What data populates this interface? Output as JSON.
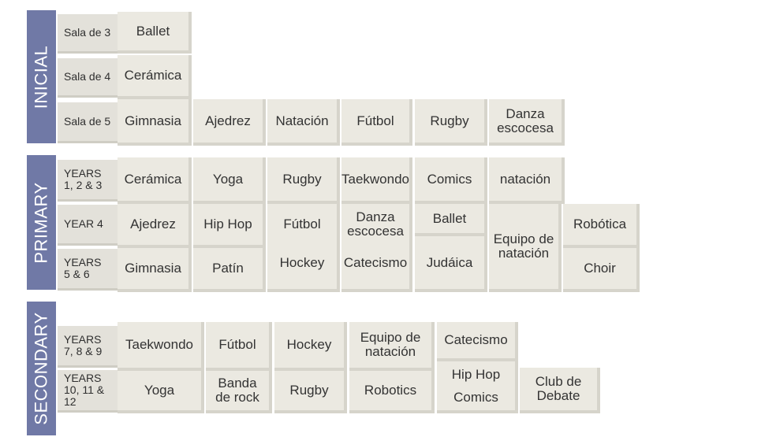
{
  "sections": {
    "inicial": {
      "title": "INICIAL",
      "rows": [
        {
          "label": "Sala de 3",
          "cells": [
            "Ballet"
          ]
        },
        {
          "label": "Sala de 4",
          "cells": [
            "Cerámica"
          ]
        },
        {
          "label": "Sala de 5",
          "cells": [
            "Gimnasia",
            "Ajedrez",
            "Natación",
            "Fútbol",
            "Rugby",
            "Danza\nescocesa"
          ]
        }
      ]
    },
    "primary": {
      "title": "PRIMARY",
      "rows": [
        {
          "label": "YEARS\n1, 2 & 3",
          "cells": [
            "Cerámica",
            "Yoga",
            "Rugby",
            "Taekwondo",
            "Comics",
            "natación"
          ]
        },
        {
          "label": "YEAR 4",
          "cells": [
            "Ajedrez",
            "Hip Hop",
            "Fútbol",
            "Danza\nescocesa",
            "Ballet",
            "Equipo de\nnatación",
            "Robótica"
          ]
        },
        {
          "label": "YEARS\n5 & 6",
          "cells": [
            "Gimnasia",
            "Patín",
            "Hockey",
            "Catecismo",
            "Judáica",
            "Choir"
          ]
        }
      ]
    },
    "secondary": {
      "title": "SECONDARY",
      "rows": [
        {
          "label": "YEARS\n7, 8 & 9",
          "cells": [
            "Taekwondo",
            "Fútbol",
            "Hockey",
            "Equipo de\nnatación",
            "Catecismo"
          ]
        },
        {
          "label": "YEARS\n10, 11 & 12",
          "cells": [
            "Yoga",
            "Banda\nde rock",
            "Rugby",
            "Robotics",
            "Hip Hop\nComics",
            "Club de\nDebate"
          ]
        }
      ]
    }
  }
}
